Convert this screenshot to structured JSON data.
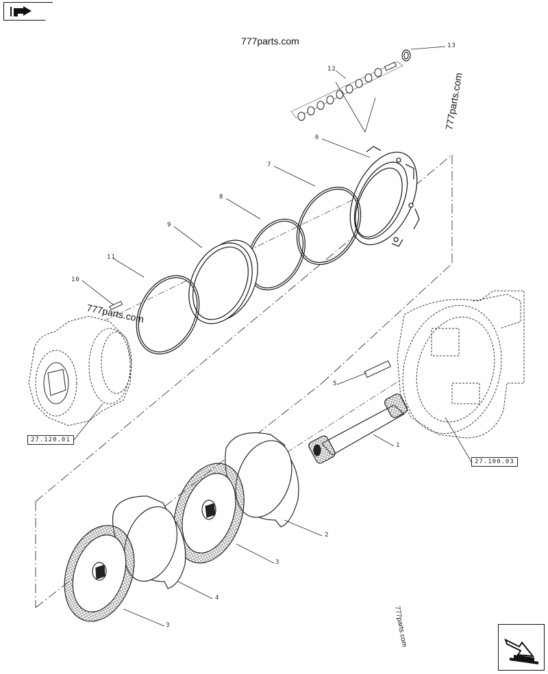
{
  "watermarks": {
    "top": "777parts.com",
    "right": "777parts.com",
    "left": "777parts.com",
    "bottom": "777parts.com"
  },
  "callouts": {
    "c1": "1",
    "c2": "2",
    "c3a": "3",
    "c3b": "3",
    "c4": "4",
    "c5": "5",
    "c6": "6",
    "c7": "7",
    "c8": "8",
    "c9": "9",
    "c10": "10",
    "c11": "11",
    "c12": "12",
    "c13": "13"
  },
  "references": {
    "left": "27.120.01",
    "right": "27.100.03"
  },
  "icons": {
    "top_left": "prev-page-icon",
    "bottom_right": "next-page-icon"
  }
}
